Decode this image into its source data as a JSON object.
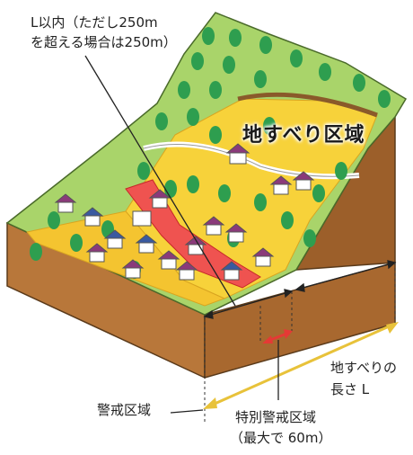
{
  "labels": {
    "limit_line1": "L以内（ただし250m",
    "limit_line2": "を超える場合は250m）",
    "zone_title": "地すべり区域",
    "slide_length_line1": "地すべりの",
    "slide_length_line2": "長さ L",
    "warning_zone": "警戒区域",
    "special_zone_line1": "特別警戒区域",
    "special_zone_line2": "（最大で 60m）"
  },
  "colors": {
    "landslide_zone": "#f7d23a",
    "warning_zone": "#f4c430",
    "special_zone": "#ef5350",
    "grass": "#a9d46a",
    "soil_front": "#b8773a",
    "soil_side": "#9c5f2a",
    "arrow_yellow": "#e8c23a",
    "arrow_red": "#e53935",
    "tree": "#2e9e4f"
  }
}
